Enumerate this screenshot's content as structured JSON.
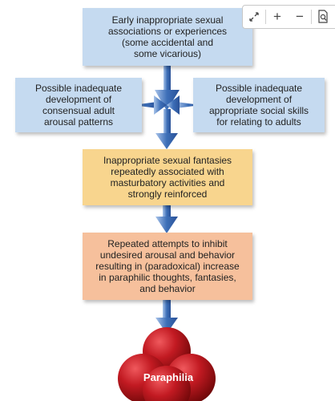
{
  "boxes": {
    "top": [
      "Early inappropriate sexual",
      "associations or experiences",
      "(some accidental and",
      "some vicarious)"
    ],
    "left": [
      "Possible inadequate",
      "development of",
      "consensual adult",
      "arousal patterns"
    ],
    "right": [
      "Possible inadequate",
      "development of",
      "appropriate social skills",
      "for relating to adults"
    ],
    "middle": [
      "Inappropriate sexual fantasies",
      "repeatedly associated with",
      "masturbatory activities and",
      "strongly reinforced"
    ],
    "lower": [
      "Repeated attempts to inhibit",
      "undesired arousal and behavior",
      "resulting in (paradoxical) increase",
      "in paraphilic thoughts, fantasies,",
      "and behavior"
    ]
  },
  "outcome_label": "Paraphilia",
  "toolbar": {
    "expand_icon": "expand-icon",
    "zoom_in_icon": "zoom-in-icon",
    "zoom_out_icon": "zoom-out-icon",
    "document_search_icon": "document-search-icon"
  },
  "colors": {
    "blue_box": "#c5daf0",
    "yellow_box": "#f8d58e",
    "peach_box": "#f6c09c",
    "arrow": "#3d6fb8",
    "sphere": "#b4141a"
  }
}
